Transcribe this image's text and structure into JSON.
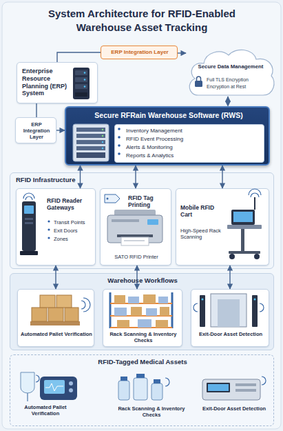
{
  "diagram": {
    "title": "System Architecture for RFID-Enabled Warehouse Asset Tracking",
    "nodes": [
      {
        "text": [
          "ERP Integration Layer"
        ]
      },
      {
        "text": [
          "Enterprise Resource Planning (ERP) System"
        ]
      },
      {
        "text": [
          "Secure Data Management",
          "Full TLS Encryption",
          "Encryption at Rest"
        ]
      },
      {
        "text": [
          "ERP Integration Layer"
        ]
      },
      {
        "text": [
          "Secure RFRain Warehouse Software (RWS)"
        ]
      },
      {
        "text": [
          "Inventory Management",
          "RFID Event Processing",
          "Alerts & Monitoring",
          "Reports & Analytics"
        ],
        "in": 4
      },
      {
        "text": [
          "RFID Infrastructure"
        ]
      },
      {
        "text": [
          "RFID Reader Gateways",
          "Transit Points",
          "Exit Doors",
          "Zones"
        ],
        "in": 6
      },
      {
        "text": [
          "RFID Tag Printing",
          "SATO RFID Printer"
        ],
        "in": 6
      },
      {
        "text": [
          "Mobile RFID Cart",
          "High-Speed Rack Scanning"
        ],
        "in": 6
      },
      {
        "text": [
          "Warehouse Workflows"
        ]
      },
      {
        "text": [
          "Automated Pallet Verification"
        ],
        "in": 10
      },
      {
        "text": [
          "Rack Scanning & Inventory Checks"
        ],
        "in": 10
      },
      {
        "text": [
          "Exit-Door Asset Detection"
        ],
        "in": 10
      },
      {
        "text": [
          "RFID-Tagged Medical Assets"
        ]
      }
    ],
    "edges": [
      {
        "from": 1,
        "to": 0,
        "arrow": "none"
      },
      {
        "from": 0,
        "to": 2,
        "arrow": "to"
      },
      {
        "from": 1,
        "to": 3,
        "arrow": "none"
      },
      {
        "from": 3,
        "to": 4,
        "arrow": "to"
      },
      {
        "from": 2,
        "to": 4,
        "arrow": "both"
      },
      {
        "from": 4,
        "to": 7,
        "arrow": "both"
      },
      {
        "from": 4,
        "to": 8,
        "arrow": "both"
      },
      {
        "from": 4,
        "to": 9,
        "arrow": "both"
      },
      {
        "from": 7,
        "to": 11,
        "arrow": "both"
      },
      {
        "from": 8,
        "to": 12,
        "arrow": "both"
      },
      {
        "from": 9,
        "to": 13,
        "arrow": "both"
      }
    ],
    "labels": [
      "Automated Pallet Verification",
      "Rack Scanning & Inventory Checks",
      "Exit-Door Asset Detection"
    ]
  }
}
